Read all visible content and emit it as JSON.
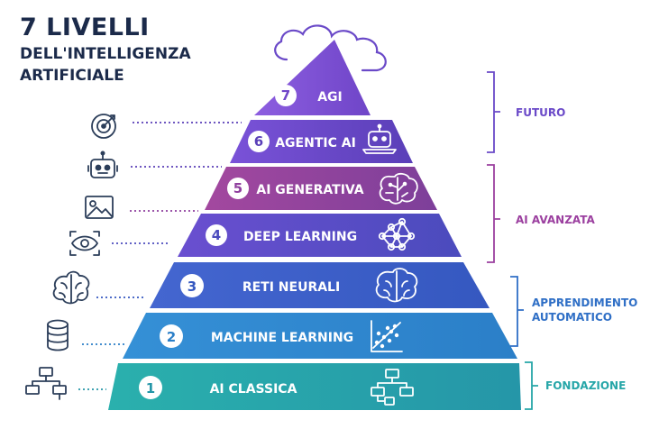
{
  "title": {
    "line1": "7 LIVELLI",
    "line2": "DELL'INTELLIGENZA",
    "line3": "ARTIFICIALE"
  },
  "levels": [
    {
      "number": "7",
      "label": "AGI",
      "color": "#7a4fd0",
      "icon": "none"
    },
    {
      "number": "6",
      "label": "AGENTIC AI",
      "color": "#6a49c8",
      "icon": "robot-laptop-icon"
    },
    {
      "number": "5",
      "label": "AI GENERATIVA",
      "color": "#8f3f9e",
      "icon": "brain-circuit-icon"
    },
    {
      "number": "4",
      "label": "DEEP LEARNING",
      "color": "#5a4cc6",
      "icon": "network-graph-icon"
    },
    {
      "number": "3",
      "label": "RETI NEURALI",
      "color": "#3d5fc8",
      "icon": "brain-icon"
    },
    {
      "number": "2",
      "label": "MACHINE LEARNING",
      "color": "#2f89d2",
      "icon": "scatter-chart-icon"
    },
    {
      "number": "1",
      "label": "AI CLASSICA",
      "color": "#26a6a8",
      "icon": "flowchart-icon"
    }
  ],
  "side_icons": [
    {
      "name": "target-icon"
    },
    {
      "name": "robot-icon"
    },
    {
      "name": "image-icon"
    },
    {
      "name": "eye-scan-icon"
    },
    {
      "name": "brain-icon"
    },
    {
      "name": "database-icon"
    },
    {
      "name": "flowchart-icon"
    }
  ],
  "groups": [
    {
      "label": "FUTURO",
      "color": "#6a49c8"
    },
    {
      "label": "AI AVANZATA",
      "color": "#9b3f9f"
    },
    {
      "label": "APPRENDIMENTO\nAUTOMATICO",
      "lines": [
        "APPRENDIMENTO",
        "AUTOMATICO"
      ],
      "color": "#2f6fc6"
    },
    {
      "label": "FONDAZIONE",
      "color": "#26a6a8"
    }
  ]
}
